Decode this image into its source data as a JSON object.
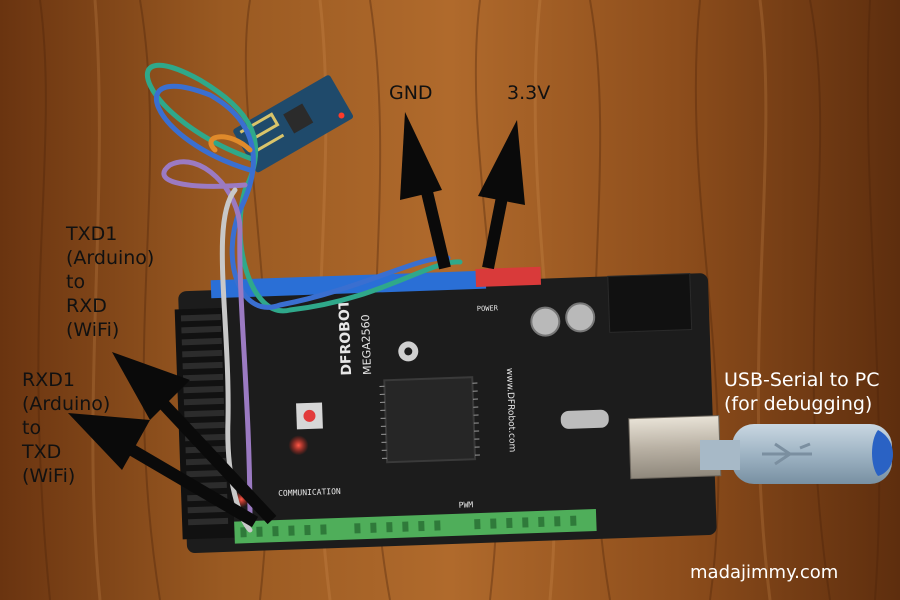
{
  "annotations": {
    "gnd": "GND",
    "v33": "3.3V",
    "txd_lines": [
      "TXD1",
      "(Arduino)",
      "to",
      "RXD",
      "(WiFi)"
    ],
    "rxd_lines": [
      "RXD1",
      "(Arduino)",
      "to",
      "TXD",
      "(WiFi)"
    ],
    "usb_lines": [
      "USB-Serial to PC",
      "(for debugging)"
    ]
  },
  "credit": "madajimmy.com",
  "board": {
    "brand": "DFROBOT",
    "model": "MEGA2560",
    "site": "www.DFRobot.com",
    "comm_label": "COMMUNICATION",
    "pwm_label": "PWM",
    "power_label": "POWER"
  },
  "colors": {
    "wood": "#8a4a1c",
    "pcb": "#1c1c1c",
    "header_green": "#4fae5a",
    "header_blue": "#2a6fd6",
    "header_red": "#d93a3a",
    "wifi_module": "#1f4a6b",
    "usb_cable": "#9fb4c4"
  }
}
